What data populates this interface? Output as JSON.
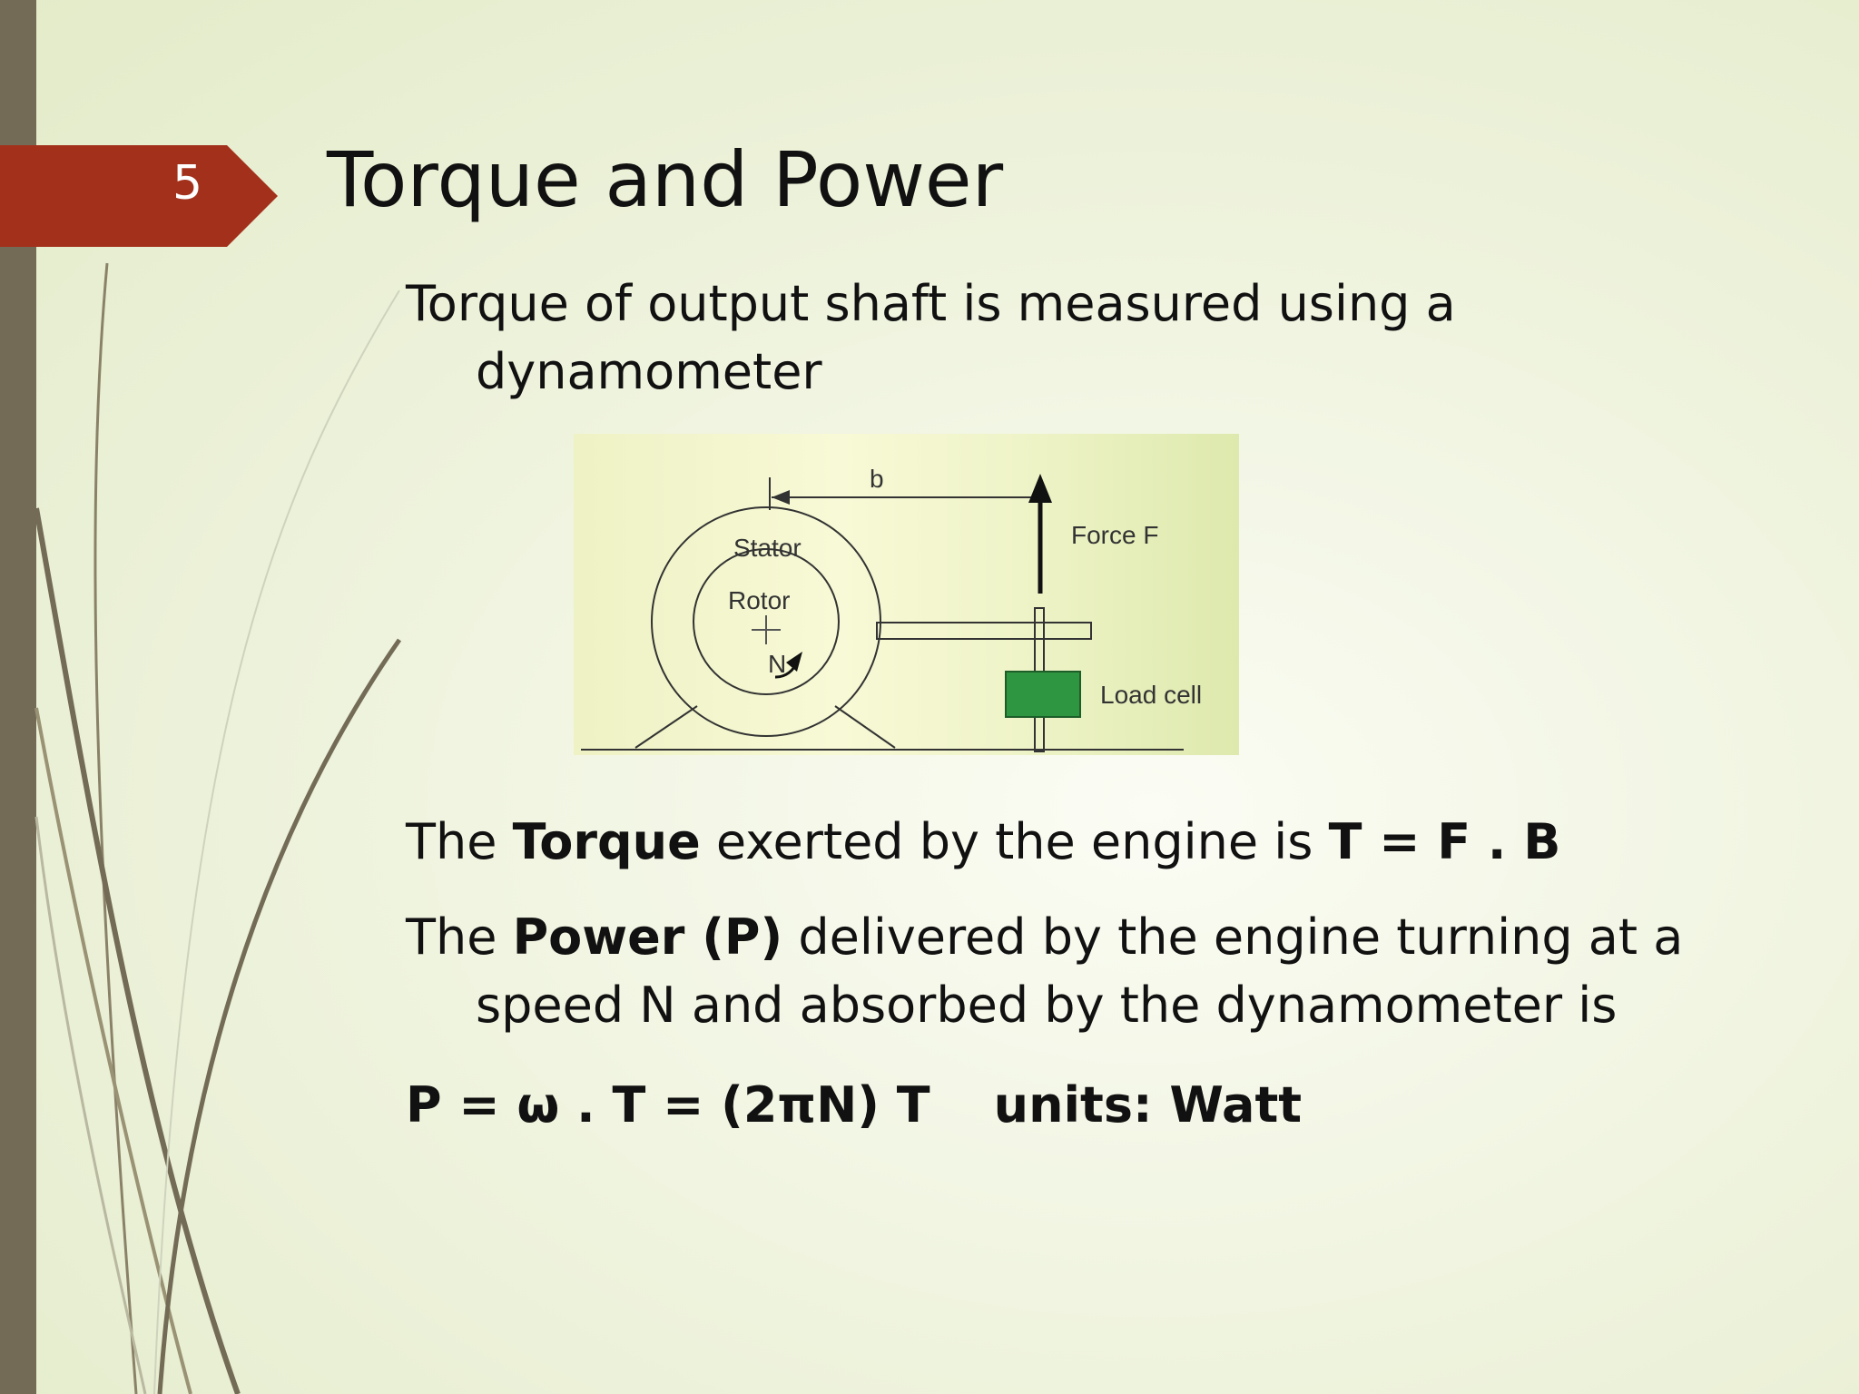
{
  "slide": {
    "number": "5",
    "title": "Torque and Power"
  },
  "intro": {
    "line1": "Torque of output shaft is measured using a",
    "line2": "dynamometer"
  },
  "diagram": {
    "labels": {
      "b": "b",
      "force": "Force F",
      "stator": "Stator",
      "rotor": "Rotor",
      "n": "N",
      "load_cell": "Load cell"
    },
    "colors": {
      "load_cell": "#2e9640",
      "lines": "#333333"
    }
  },
  "torque_line": {
    "prefix": "The ",
    "bold_term": "Torque",
    "middle": " exerted by the engine is  ",
    "formula": "T = F . B"
  },
  "power_para": {
    "prefix": "The ",
    "bold_term": "Power (P)",
    "rest": " delivered by the engine turning at a",
    "line2": "speed N and absorbed by the dynamometer is"
  },
  "power_formula": {
    "formula": "P = ω . T = (2πN) T",
    "units": "units: Watt"
  },
  "theme": {
    "accent_tab": "#a3301b",
    "band": "#736b55"
  }
}
